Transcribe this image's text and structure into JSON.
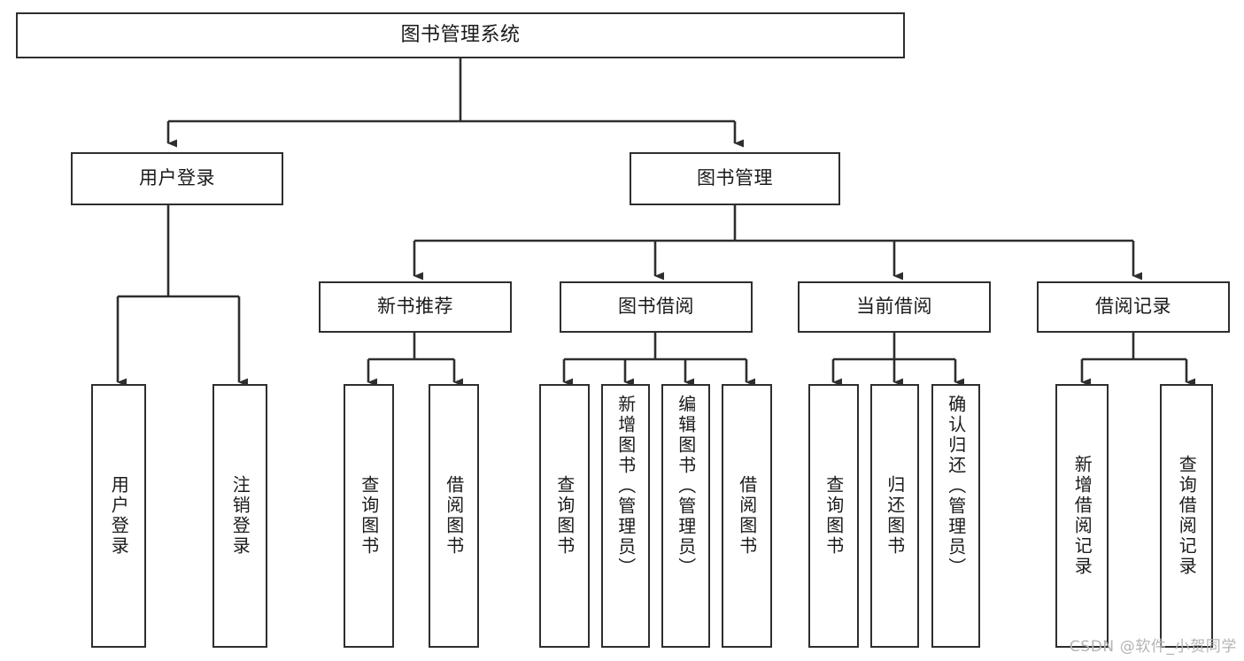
{
  "diagram": {
    "title": "图书管理系统",
    "type": "tree-hierarchy",
    "watermark": "CSDN @软件_小贺同学",
    "colors": {
      "background": "#ffffff",
      "box_border": "#2e2e2e",
      "box_fill": "#ffffff",
      "text": "#1a1a1a",
      "edge": "#2e2e2e",
      "watermark": "#b4b4b4"
    }
  },
  "nodes": {
    "root": {
      "label": "图书管理系统"
    },
    "level1": [
      {
        "id": "user-login",
        "label": "用户登录"
      },
      {
        "id": "book-manage",
        "label": "图书管理"
      }
    ],
    "level2": [
      {
        "id": "new-book-rec",
        "label": "新书推荐",
        "parent": "book-manage"
      },
      {
        "id": "book-borrow",
        "label": "图书借阅",
        "parent": "book-manage"
      },
      {
        "id": "current-borrow",
        "label": "当前借阅",
        "parent": "book-manage"
      },
      {
        "id": "borrow-record",
        "label": "借阅记录",
        "parent": "book-manage"
      }
    ],
    "leaves": [
      {
        "id": "leaf-user-login",
        "label": "用户登录",
        "parent": "user-login"
      },
      {
        "id": "leaf-user-logout",
        "label": "注销登录",
        "parent": "user-login"
      },
      {
        "id": "leaf-query-book-1",
        "label": "查询图书",
        "parent": "new-book-rec"
      },
      {
        "id": "leaf-borrow-book-1",
        "label": "借阅图书",
        "parent": "new-book-rec"
      },
      {
        "id": "leaf-query-book-2",
        "label": "查询图书",
        "parent": "book-borrow"
      },
      {
        "id": "leaf-add-book",
        "label": "新增图书（管理员）",
        "parent": "book-borrow"
      },
      {
        "id": "leaf-edit-book",
        "label": "编辑图书（管理员）",
        "parent": "book-borrow"
      },
      {
        "id": "leaf-borrow-book-2",
        "label": "借阅图书",
        "parent": "book-borrow"
      },
      {
        "id": "leaf-query-book-3",
        "label": "查询图书",
        "parent": "current-borrow"
      },
      {
        "id": "leaf-return-book",
        "label": "归还图书",
        "parent": "current-borrow"
      },
      {
        "id": "leaf-confirm-return",
        "label": "确认归还（管理员）",
        "parent": "current-borrow"
      },
      {
        "id": "leaf-add-record",
        "label": "新增借阅记录",
        "parent": "borrow-record"
      },
      {
        "id": "leaf-query-record",
        "label": "查询借阅记录",
        "parent": "borrow-record"
      }
    ]
  }
}
